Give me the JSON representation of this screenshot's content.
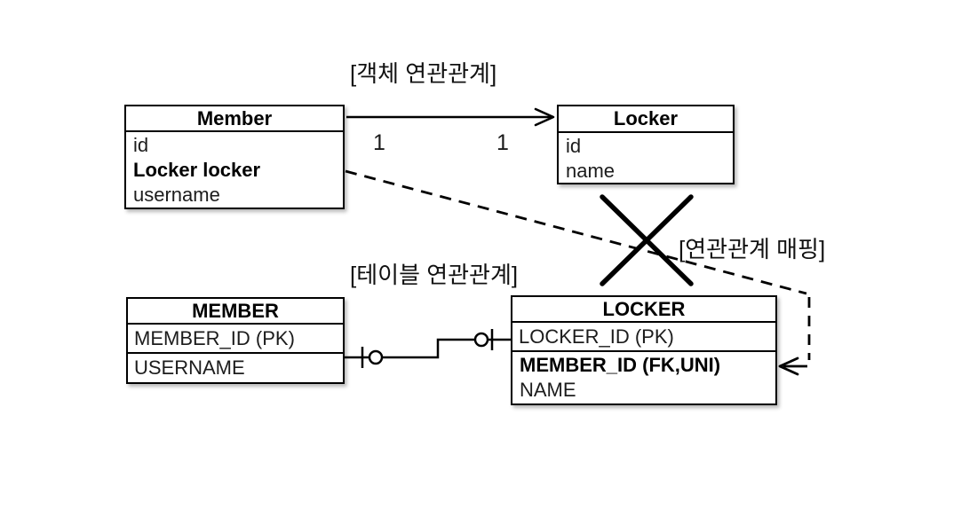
{
  "section_labels": {
    "object_association": "[객체 연관관계]",
    "association_mapping": "[연관관계 매핑]",
    "table_association": "[테이블 연관관계]"
  },
  "object_diagram": {
    "member": {
      "title": "Member",
      "fields": [
        "id",
        "Locker locker",
        "username"
      ],
      "bold_field": "Locker locker"
    },
    "locker": {
      "title": "Locker",
      "fields": [
        "id",
        "name"
      ]
    },
    "association": {
      "multiplicity_member_side": "1",
      "multiplicity_locker_side": "1",
      "direction": "Member to Locker"
    }
  },
  "table_diagram": {
    "member": {
      "title": "MEMBER",
      "rows": [
        "MEMBER_ID (PK)",
        "USERNAME"
      ]
    },
    "locker": {
      "title": "LOCKER",
      "rows": [
        "LOCKER_ID (PK)",
        "MEMBER_ID (FK,UNI)",
        "NAME"
      ],
      "bold_row": "MEMBER_ID (FK,UNI)"
    },
    "connector_notation": {
      "member_end": "zero-or-one (tick + circle)",
      "locker_end": "zero-or-one (circle + tick)"
    }
  },
  "annotations": {
    "cross_out": "X over object-to-table line",
    "mapping_arrow_target": "MEMBER_ID (FK,UNI)"
  },
  "colors": {
    "background": "#ffffff",
    "line": "#000000",
    "text": "#1c1c1c"
  }
}
